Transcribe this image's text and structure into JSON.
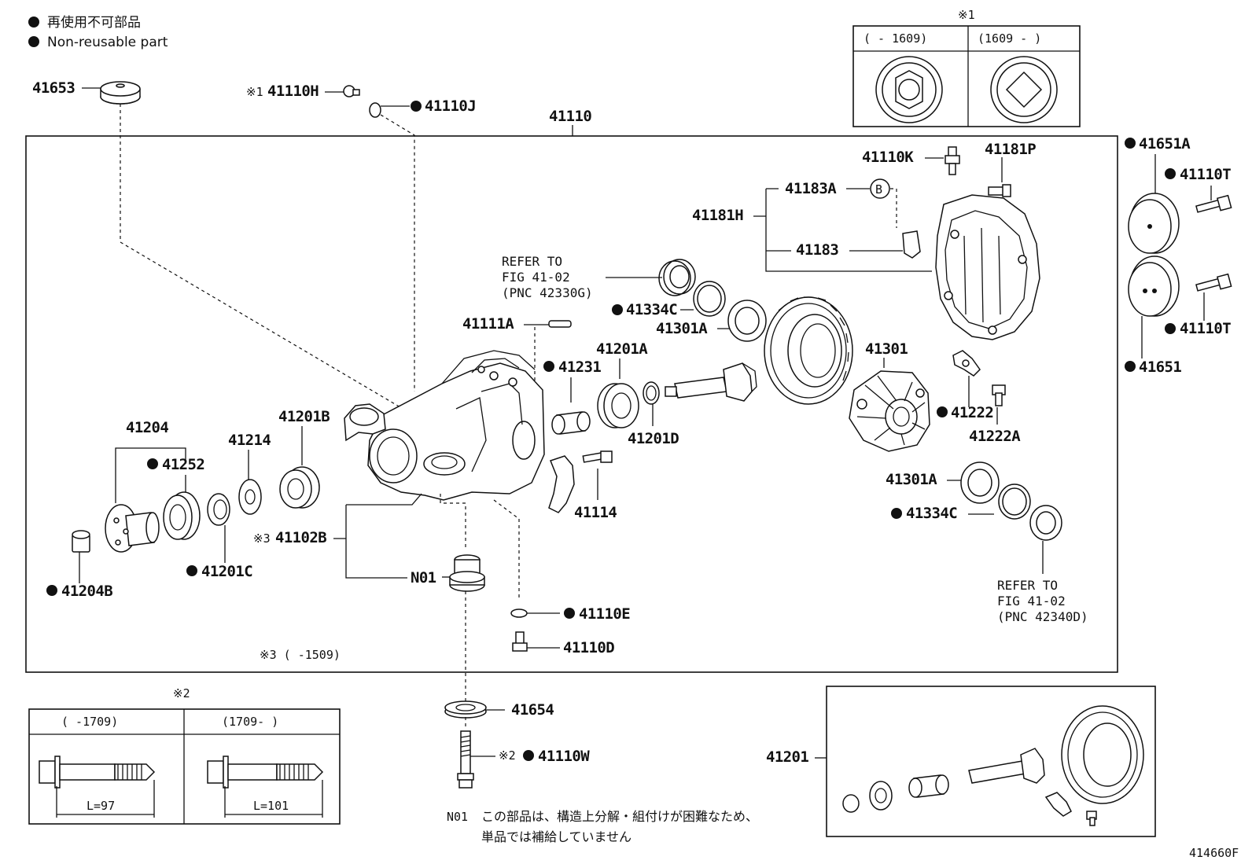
{
  "legend": {
    "line1": "再使用不可部品",
    "line2": "Non-reusable part"
  },
  "inset1": {
    "mark": "※1",
    "col1": "(     - 1609)",
    "col2": "(1609 -      )"
  },
  "inset2": {
    "mark": "※2",
    "col1": "(     -1709)",
    "col2": "(1709-     )",
    "len1": "L=97",
    "len2": "L=101"
  },
  "main_box_label": "41110",
  "note3": "※3 (     -1509)",
  "refer_top": [
    "REFER TO",
    "FIG 41-02",
    "(PNC 42330G)"
  ],
  "refer_bottom": [
    "REFER TO",
    "FIG 41-02",
    "(PNC 42340D)"
  ],
  "n01_note": {
    "tag": "N01",
    "line1": "この部品は、構造上分解・組付けが困難なため、",
    "line2": "単品では補給していません"
  },
  "figure_id": "414660F",
  "parts": {
    "p41653": "41653",
    "p41110H": "41110H",
    "p41110H_prefix": "※1",
    "p41110J": "41110J",
    "p41110K": "41110K",
    "p41181P": "41181P",
    "p41183A": "41183A",
    "markB": "B",
    "p41181H": "41181H",
    "p41183": "41183",
    "p41651A": "41651A",
    "p41110T_1": "41110T",
    "p41110T_2": "41110T",
    "p41651": "41651",
    "p41334C_1": "41334C",
    "p41301A_1": "41301A",
    "p41111A": "41111A",
    "p41231": "41231",
    "p41201A": "41201A",
    "p41301": "41301",
    "p41222": "41222",
    "p41222A": "41222A",
    "p41201D": "41201D",
    "p41201B": "41201B",
    "p41204": "41204",
    "p41252": "41252",
    "p41214": "41214",
    "p41102B": "41102B",
    "p41102B_prefix": "※3",
    "p41114": "41114",
    "p41301A_2": "41301A",
    "p41334C_2": "41334C",
    "p41201C": "41201C",
    "p41204B": "41204B",
    "pN01": "N01",
    "p41110E": "41110E",
    "p41110D": "41110D",
    "p41654": "41654",
    "p41110W": "41110W",
    "p41110W_prefix": "※2",
    "p41201": "41201"
  }
}
